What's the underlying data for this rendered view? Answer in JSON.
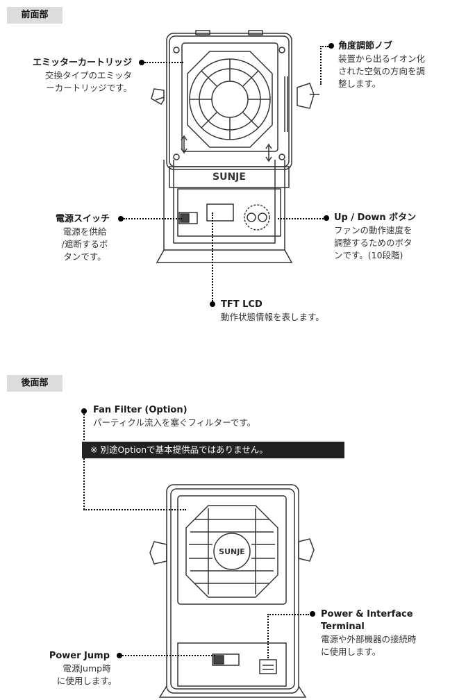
{
  "front": {
    "section_title": "前面部",
    "emitter": {
      "title": "エミッターカートリッジ",
      "desc": [
        "交換タイプのエミッタ",
        "ーカートリッジです。"
      ]
    },
    "knob": {
      "title": "角度調節ノブ",
      "desc": [
        "装置から出るイオン化",
        "された空気の方向を調",
        "整します。"
      ]
    },
    "power_switch": {
      "title": "電源スイッチ",
      "desc": [
        "電源を供給",
        "/遮断するボ",
        "タンです。"
      ]
    },
    "updown": {
      "title": "Up / Down ボタン",
      "desc": [
        "ファンの動作速度を",
        "調整するためのボタ",
        "ンです。(10段階)"
      ]
    },
    "lcd": {
      "title": "TFT LCD",
      "desc": [
        "動作状態情報を表します。"
      ]
    },
    "device_logo": "SUNJE"
  },
  "rear": {
    "section_title": "後面部",
    "fan_filter": {
      "title": "Fan Filter (Option)",
      "desc": [
        "パーティクル流入を塞ぐフィルターです。"
      ]
    },
    "note": "※ 別途Optionで基本提供品ではありません。",
    "terminal": {
      "title_lines": [
        "Power & Interface",
        "Terminal"
      ],
      "desc": [
        "電源や外部機器の接続時",
        "に使用します。"
      ]
    },
    "power_jump": {
      "title": "Power Jump",
      "desc": [
        "電源Jump時",
        "に使用します。"
      ]
    },
    "device_logo": "SUNJE"
  }
}
